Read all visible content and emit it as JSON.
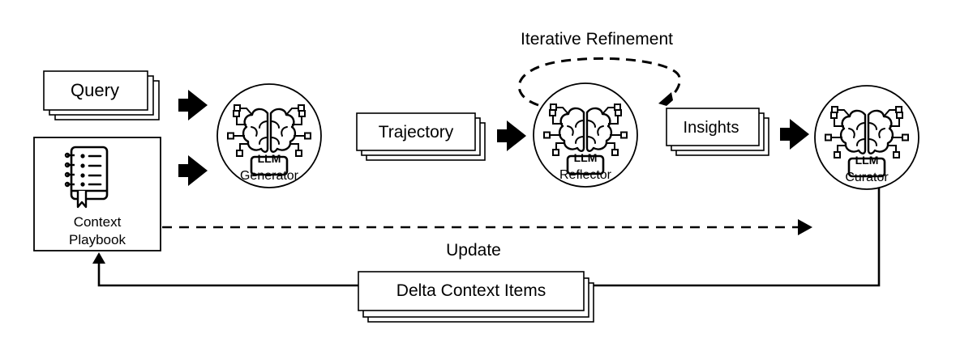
{
  "inputs": {
    "query": "Query",
    "context_playbook_line1": "Context",
    "context_playbook_line2": "Playbook",
    "playbook_icon": "notebook-icon"
  },
  "llm_badge": "LLM",
  "llm_icon": "brain-circuit-icon",
  "nodes": {
    "generator": "Generator",
    "reflector": "Reflector",
    "curator": "Curator"
  },
  "artifacts": {
    "trajectory": "Trajectory",
    "insights": "Insights",
    "delta_context_items": "Delta Context Items"
  },
  "edges": {
    "iterative_refinement": "Iterative Refinement",
    "update": "Update"
  }
}
